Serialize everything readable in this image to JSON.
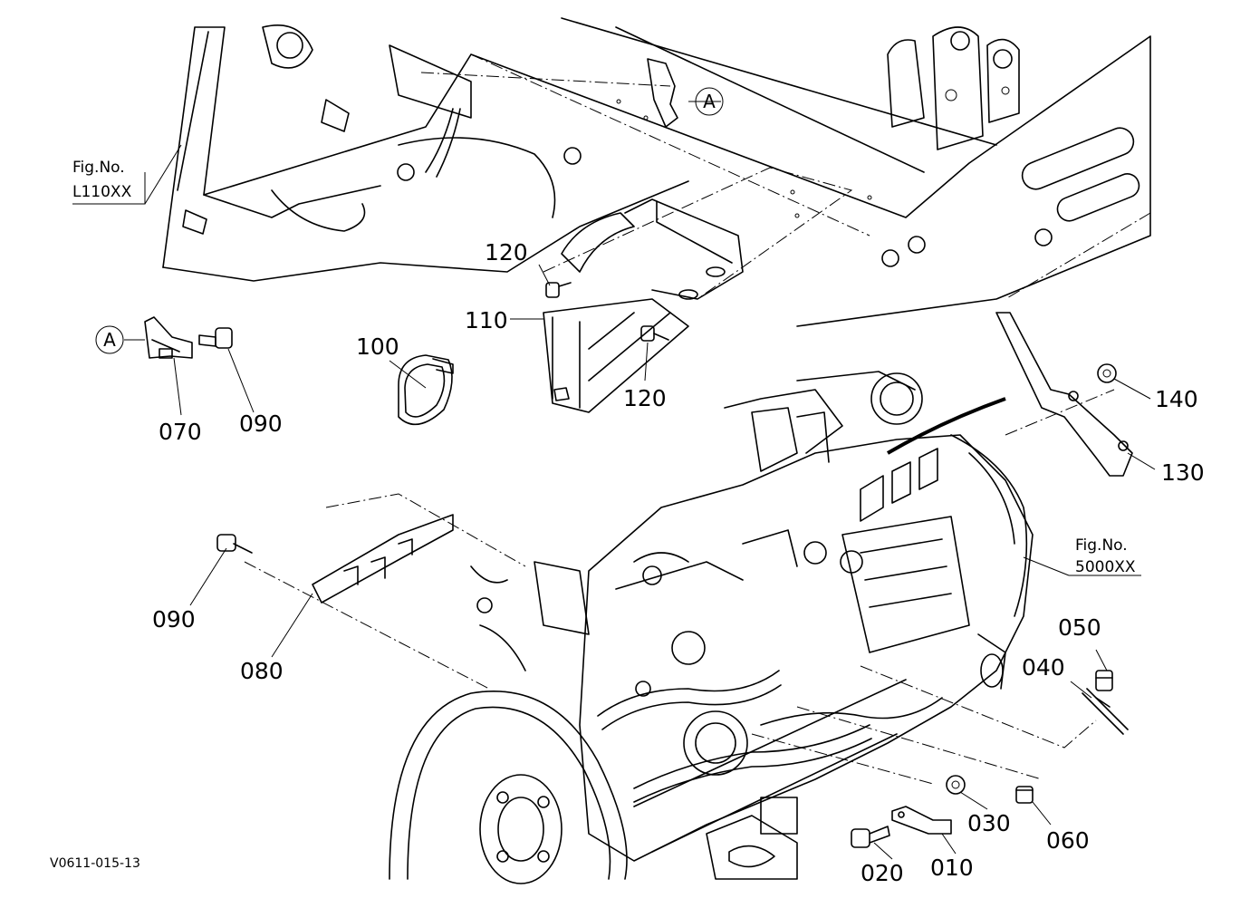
{
  "callouts": {
    "c010": "010",
    "c020": "020",
    "c030": "030",
    "c040": "040",
    "c050": "050",
    "c060": "060",
    "c070": "070",
    "c080": "080",
    "c090a": "090",
    "c090b": "090",
    "c100": "100",
    "c110": "110",
    "c120a": "120",
    "c120b": "120",
    "c130": "130",
    "c140": "140"
  },
  "references": {
    "fig_label_1": "Fig.No.",
    "fig_ref_1": "L110XX",
    "fig_label_2": "Fig.No.",
    "fig_ref_2": "5000XX",
    "marker_a": "A"
  },
  "drawing_code": "V0611-015-13"
}
